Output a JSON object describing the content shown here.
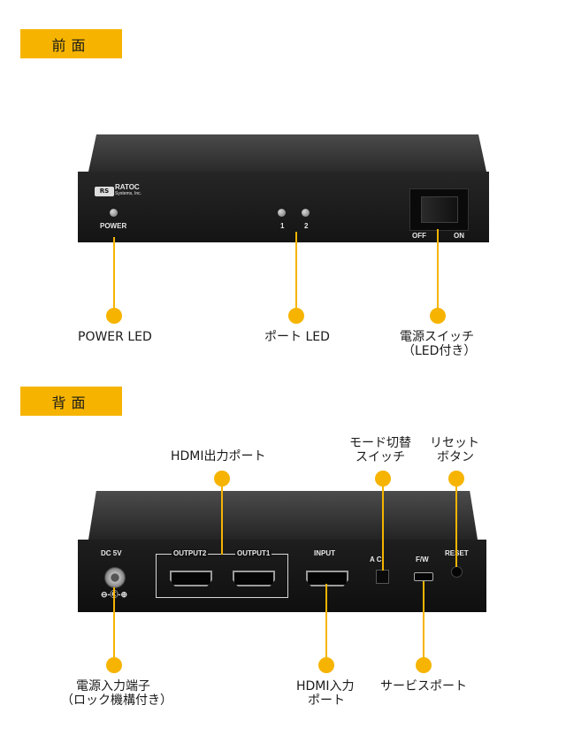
{
  "sections": {
    "front_label": "前面",
    "back_label": "背面"
  },
  "front_device": {
    "logo": "RATOC",
    "logo_sub": "Systems, Inc.",
    "power_label": "POWER",
    "port1_label": "1",
    "port2_label": "2",
    "off_label": "OFF",
    "on_label": "ON"
  },
  "front_callouts": {
    "power_led": "POWER LED",
    "port_led": "ポート LED",
    "power_switch_line1": "電源スイッチ",
    "power_switch_line2": "（LED付き）"
  },
  "back_device": {
    "dc_label": "DC  5V",
    "output2": "OUTPUT2",
    "output1": "OUTPUT1",
    "input": "INPUT",
    "mode_labels": "A   C",
    "fw": "F/W",
    "reset": "RESET"
  },
  "back_callouts": {
    "hdmi_out": "HDMI出力ポート",
    "mode_switch_line1": "モード切替",
    "mode_switch_line2": "スイッチ",
    "reset_line1": "リセット",
    "reset_line2": "ボタン",
    "dc_in_line1": "電源入力端子",
    "dc_in_line2": "（ロック機構付き）",
    "hdmi_in_line1": "HDMI入力",
    "hdmi_in_line2": "ポート",
    "service_port": "サービスポート"
  }
}
